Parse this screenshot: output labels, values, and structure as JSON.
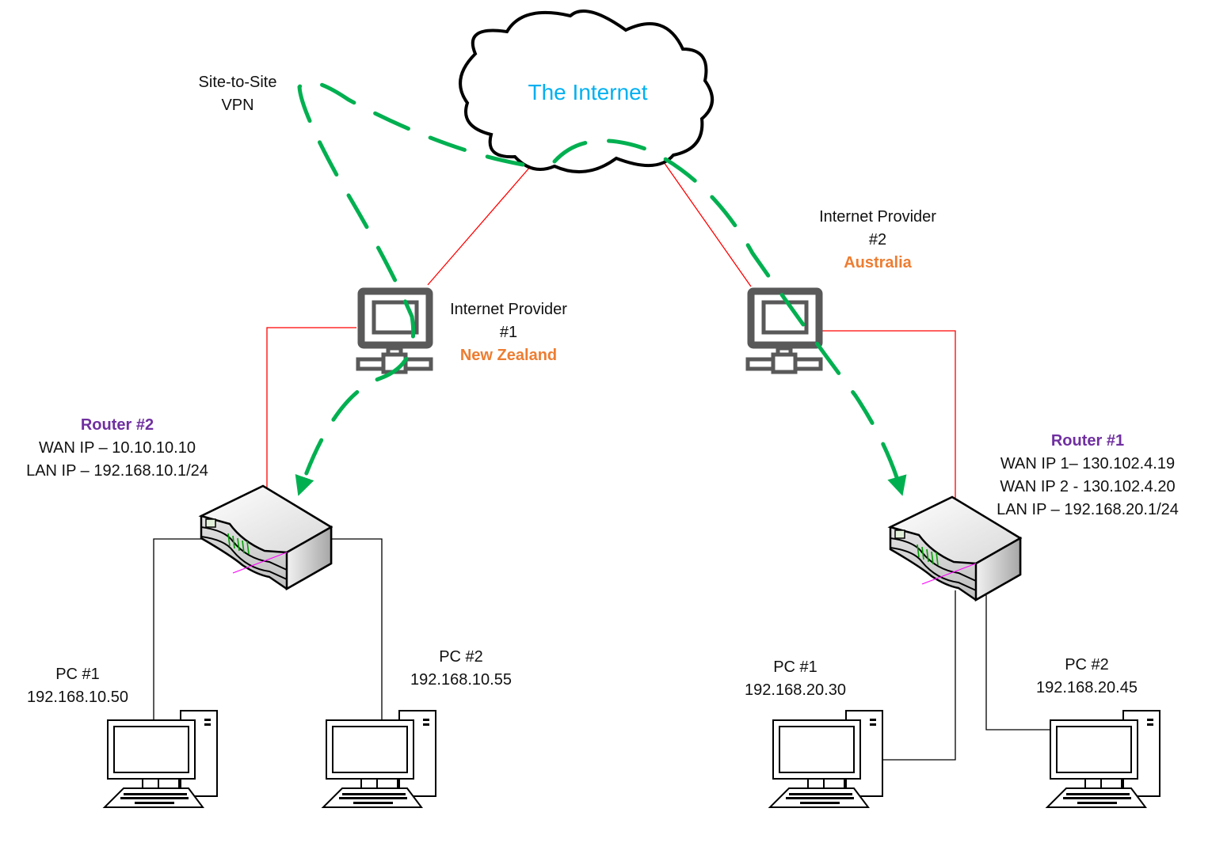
{
  "colors": {
    "wan_link": "#FF0000",
    "lan_link": "#000000",
    "vpn_path": "#00B050",
    "internet_label": "#00B0F0",
    "country_label": "#ED7D31",
    "router_label": "#7030A0",
    "isp_icon": "#595959"
  },
  "internet": {
    "label": "The Internet",
    "icon": "cloud-icon"
  },
  "vpn": {
    "label_line1": "Site-to-Site",
    "label_line2": "VPN",
    "style": "dashed-arrow"
  },
  "isp1": {
    "title": "Internet Provider",
    "number": "#1",
    "country": "New Zealand",
    "icon": "network-computer-icon"
  },
  "isp2": {
    "title": "Internet Provider",
    "number": "#2",
    "country": "Australia",
    "icon": "network-computer-icon"
  },
  "router2": {
    "name": "Router #2",
    "lines": [
      "WAN IP – 10.10.10.10",
      "LAN IP – 192.168.10.1/24"
    ],
    "icon": "router-icon"
  },
  "router1": {
    "name": "Router #1",
    "lines": [
      "WAN IP 1– 130.102.4.19",
      "WAN IP 2 - 130.102.4.20",
      "LAN IP – 192.168.20.1/24"
    ],
    "icon": "router-icon"
  },
  "site_nz": {
    "pcs": [
      {
        "name": "PC #1",
        "ip": "192.168.10.50",
        "icon": "desktop-pc-icon"
      },
      {
        "name": "PC #2",
        "ip": "192.168.10.55",
        "icon": "desktop-pc-icon"
      }
    ]
  },
  "site_au": {
    "pcs": [
      {
        "name": "PC #1",
        "ip": "192.168.20.30",
        "icon": "desktop-pc-icon"
      },
      {
        "name": "PC #2",
        "ip": "192.168.20.45",
        "icon": "desktop-pc-icon"
      }
    ]
  }
}
